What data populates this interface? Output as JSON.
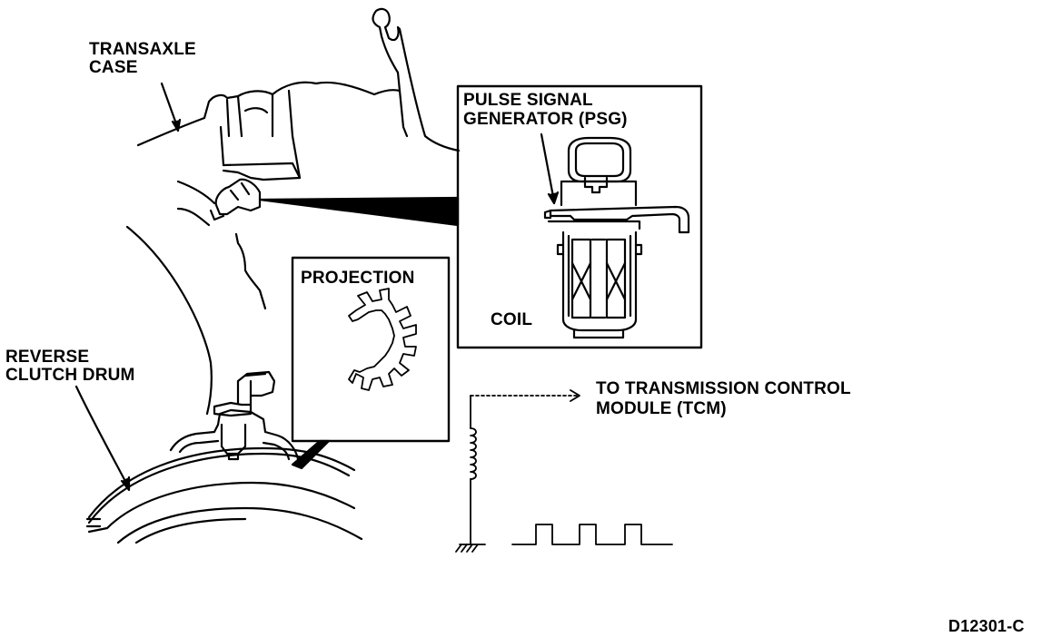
{
  "labels": {
    "transaxle_case_1": "TRANSAXLE",
    "transaxle_case_2": "CASE",
    "psg_1": "PULSE SIGNAL",
    "psg_2": "GENERATOR (PSG)",
    "projection": "PROJECTION",
    "coil": "COIL",
    "reverse_clutch_1": "REVERSE",
    "reverse_clutch_2": "CLUTCH DRUM",
    "tcm_1": "TO TRANSMISSION CONTROL",
    "tcm_2": "MODULE (TCM)",
    "figure_id": "D12301-C"
  },
  "colors": {
    "ink": "#000000",
    "paper": "#ffffff"
  }
}
